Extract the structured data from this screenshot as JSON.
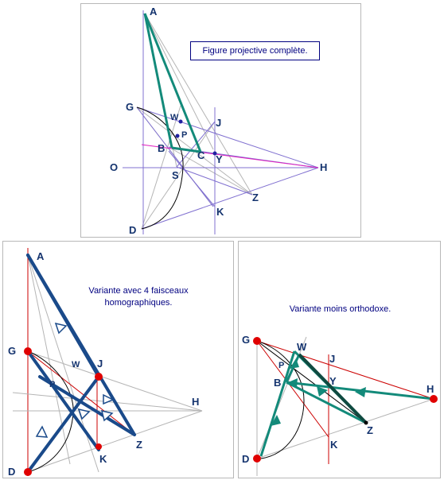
{
  "panels": {
    "top": {
      "caption": "Figure projective complète.",
      "points": {
        "A": "A",
        "G": "G",
        "W": "W",
        "P": "P",
        "J": "J",
        "B": "B",
        "C": "C",
        "Y": "Y",
        "O": "O",
        "S": "S",
        "H": "H",
        "Z": "Z",
        "K": "K",
        "D": "D"
      }
    },
    "left": {
      "caption_line1": "Variante avec 4 faisceaux",
      "caption_line2": "homographiques.",
      "points": {
        "A": "A",
        "G": "G",
        "W": "W",
        "J": "J",
        "P": "P",
        "H": "H",
        "Z": "Z",
        "K": "K",
        "D": "D"
      }
    },
    "right": {
      "caption": "Variante moins orthodoxe.",
      "points": {
        "G": "G",
        "W": "W",
        "J": "J",
        "P": "P",
        "B": "B",
        "Y": "Y",
        "H": "H",
        "Z": "Z",
        "K": "K",
        "D": "D"
      }
    }
  },
  "colors": {
    "label": "#14336e",
    "caption": "#000080",
    "teal": "#138a7a",
    "blue": "#1a4a8a",
    "red_point": "#e00000",
    "red_line": "#cc0000",
    "violet": "#8070d0",
    "magenta": "#e020c0",
    "grey": "#b0b0b0"
  }
}
